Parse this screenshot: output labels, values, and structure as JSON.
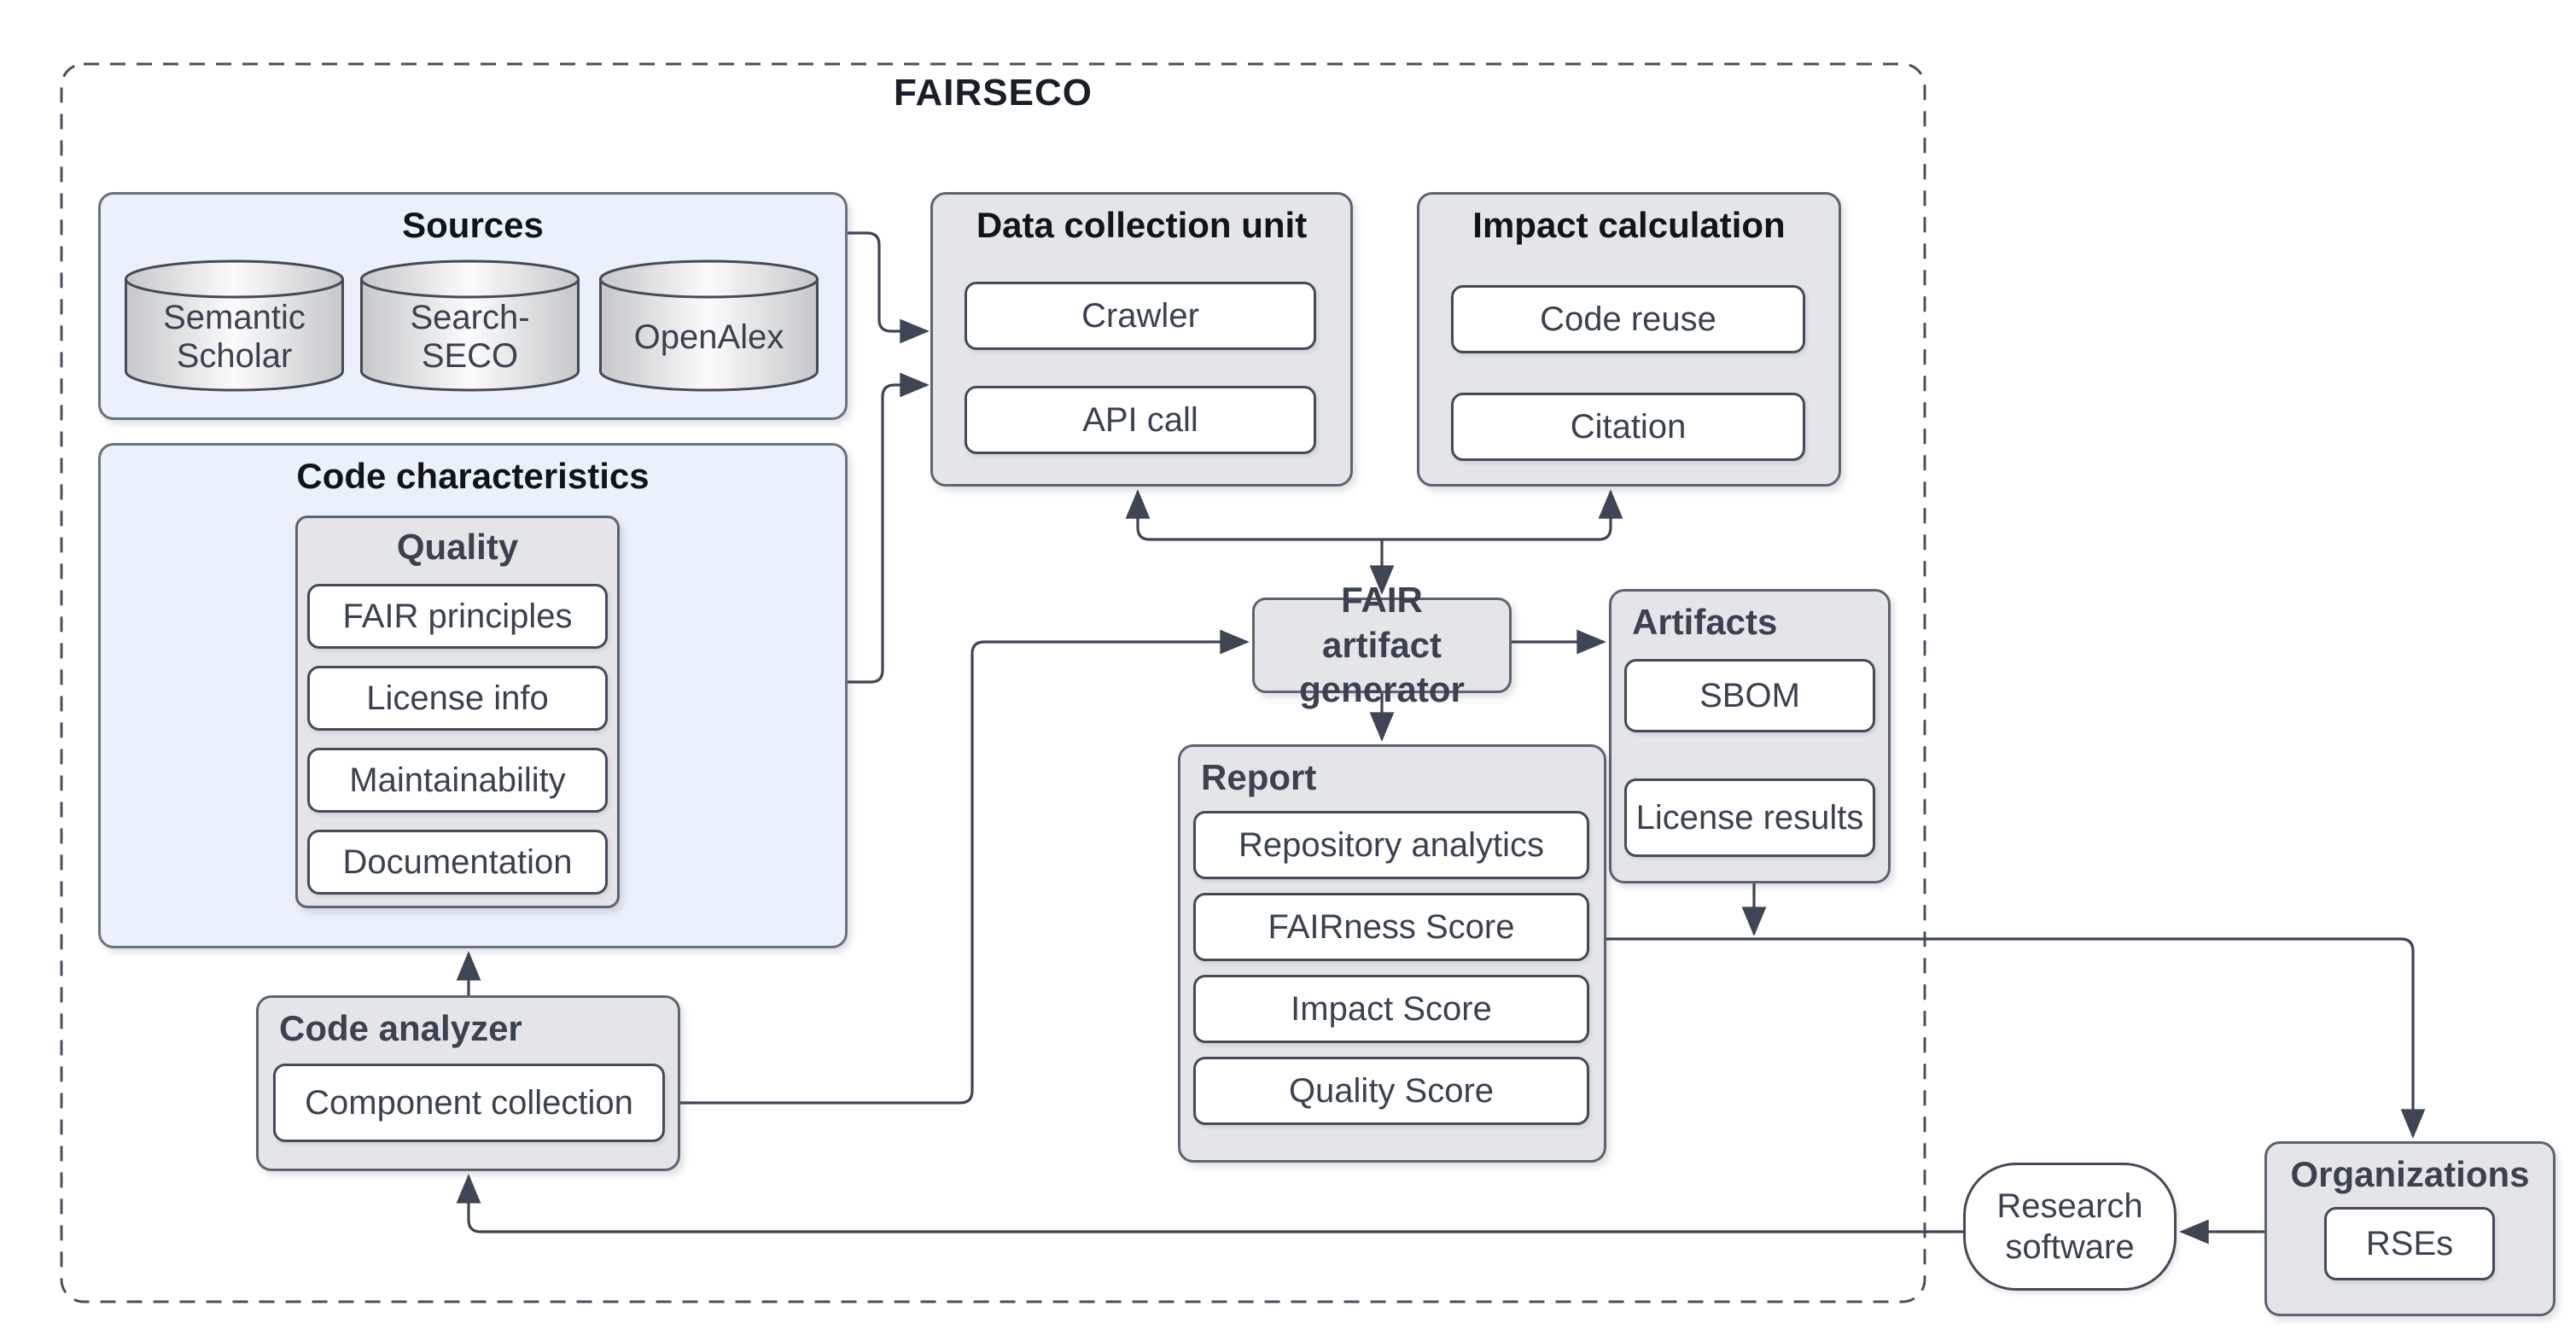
{
  "diagram": {
    "title": "FAIRSECO",
    "sources": {
      "title": "Sources",
      "databases": [
        "Semantic Scholar",
        "Search-SECO",
        "OpenAlex"
      ]
    },
    "code_characteristics": {
      "title": "Code characteristics",
      "quality": {
        "title": "Quality",
        "items": [
          "FAIR principles",
          "License info",
          "Maintainability",
          "Documentation"
        ]
      }
    },
    "data_collection_unit": {
      "title": "Data collection unit",
      "items": [
        "Crawler",
        "API call"
      ]
    },
    "impact_calculation": {
      "title": "Impact calculation",
      "items": [
        "Code reuse",
        "Citation"
      ]
    },
    "fair_artifact_generator": {
      "title": "FAIR artifact generator"
    },
    "artifacts": {
      "title": "Artifacts",
      "items": [
        "SBOM",
        "License results"
      ]
    },
    "report": {
      "title": "Report",
      "items": [
        "Repository analytics",
        "FAIRness Score",
        "Impact Score",
        "Quality Score"
      ]
    },
    "code_analyzer": {
      "title": "Code analyzer",
      "items": [
        "Component collection"
      ]
    },
    "research_software": {
      "label": "Research software"
    },
    "organizations": {
      "title": "Organizations",
      "items": [
        "RSEs"
      ]
    },
    "colors": {
      "light_blue_fill": "#eaf1fb",
      "gray_fill": "#e3e5e8",
      "node_fill": "#ffffff",
      "group_border": "#5d6470",
      "node_border": "#444b57",
      "connector": "#3e4554",
      "title_text": "#10151c",
      "label_text": "#3a4250"
    }
  }
}
